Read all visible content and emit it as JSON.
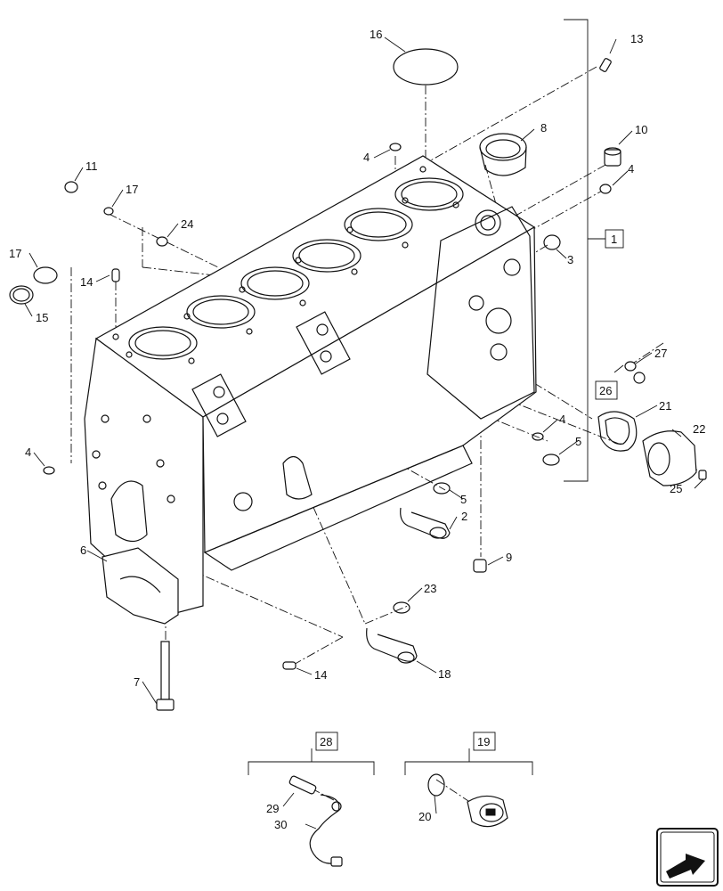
{
  "callouts": [
    {
      "id": "c16",
      "label": "16"
    },
    {
      "id": "c13",
      "label": "13"
    },
    {
      "id": "c8",
      "label": "8"
    },
    {
      "id": "c10",
      "label": "10"
    },
    {
      "id": "c4a",
      "label": "4"
    },
    {
      "id": "c4b",
      "label": "4"
    },
    {
      "id": "c11",
      "label": "11"
    },
    {
      "id": "c17a",
      "label": "17"
    },
    {
      "id": "c24",
      "label": "24"
    },
    {
      "id": "c3",
      "label": "3"
    },
    {
      "id": "c17b",
      "label": "17"
    },
    {
      "id": "c15",
      "label": "15"
    },
    {
      "id": "c14a",
      "label": "14"
    },
    {
      "id": "c27",
      "label": "27"
    },
    {
      "id": "c21",
      "label": "21"
    },
    {
      "id": "c22",
      "label": "22"
    },
    {
      "id": "c4c",
      "label": "4"
    },
    {
      "id": "c5a",
      "label": "5"
    },
    {
      "id": "c4d",
      "label": "4"
    },
    {
      "id": "c25",
      "label": "25"
    },
    {
      "id": "c5b",
      "label": "5"
    },
    {
      "id": "c2",
      "label": "2"
    },
    {
      "id": "c6",
      "label": "6"
    },
    {
      "id": "c9",
      "label": "9"
    },
    {
      "id": "c23",
      "label": "23"
    },
    {
      "id": "c18",
      "label": "18"
    },
    {
      "id": "c14b",
      "label": "14"
    },
    {
      "id": "c7",
      "label": "7"
    },
    {
      "id": "c29",
      "label": "29"
    },
    {
      "id": "c30",
      "label": "30"
    },
    {
      "id": "c20",
      "label": "20"
    }
  ],
  "boxed_callouts": [
    {
      "id": "b1",
      "label": "1"
    },
    {
      "id": "b26",
      "label": "26"
    },
    {
      "id": "b28",
      "label": "28"
    },
    {
      "id": "b19",
      "label": "19"
    }
  ],
  "nav_icon": "next-page-arrow-icon"
}
